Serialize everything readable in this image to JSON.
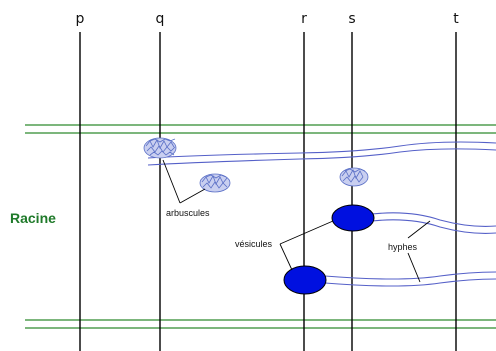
{
  "lines": [
    {
      "id": "p",
      "label": "p"
    },
    {
      "id": "q",
      "label": "q"
    },
    {
      "id": "r",
      "label": "r"
    },
    {
      "id": "s",
      "label": "s"
    },
    {
      "id": "t",
      "label": "t"
    }
  ],
  "labels": {
    "racine": "Racine",
    "arbuscules": "arbuscules",
    "vesicules": "vésicules",
    "hyphes": "hyphes"
  },
  "colors": {
    "root_border": "#2e8b2e",
    "hyphae": "#5560c8",
    "vesicle": "#0010e0",
    "arbuscule": "#5a6fc6",
    "racine_text": "#1f7a2a"
  }
}
